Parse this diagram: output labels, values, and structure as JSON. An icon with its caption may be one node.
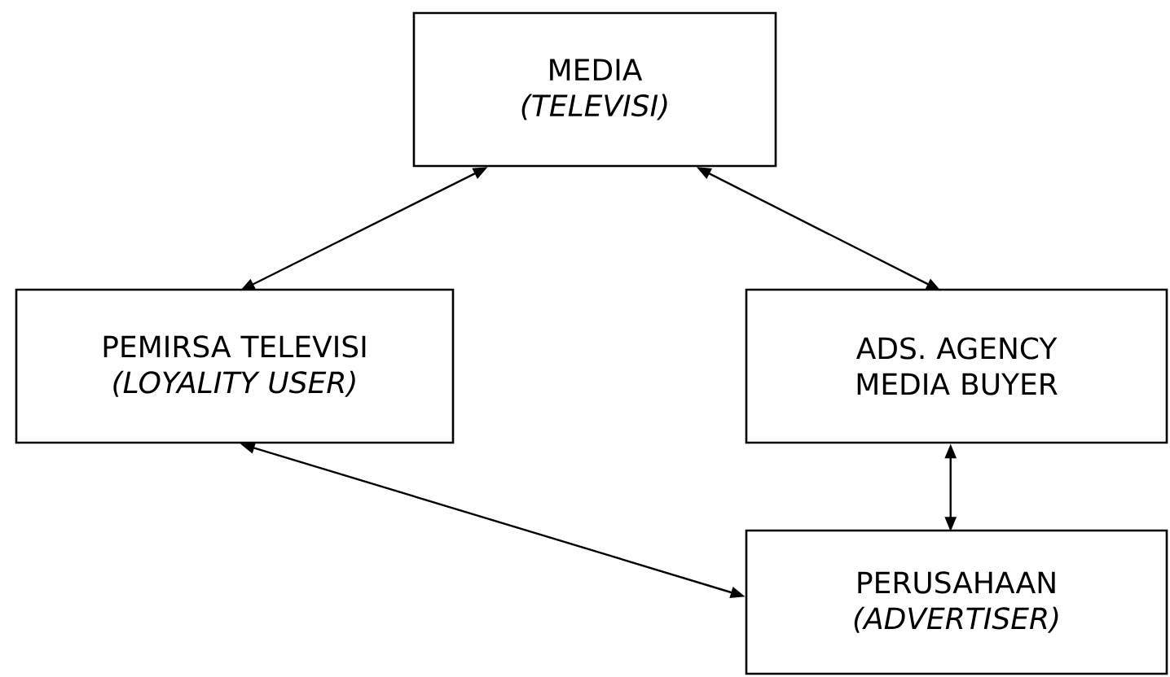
{
  "diagram": {
    "nodes": [
      {
        "text": [
          "MEDIA *(TELEVISI)*"
        ]
      },
      {
        "text": [
          "PEMIRSA TELEVISI *(LOYALITY USER)*"
        ]
      },
      {
        "text": [
          "ADS. AGENCY MEDIA BUYER"
        ]
      },
      {
        "text": [
          "PERUSAHAAN *(ADVERTISER)*"
        ]
      }
    ],
    "edges": [
      {
        "from": 0,
        "to": 1,
        "arrow": "both"
      },
      {
        "from": 0,
        "to": 2,
        "arrow": "both"
      },
      {
        "from": 2,
        "to": 3,
        "arrow": "both"
      },
      {
        "from": 1,
        "to": 3,
        "arrow": "both"
      }
    ]
  }
}
